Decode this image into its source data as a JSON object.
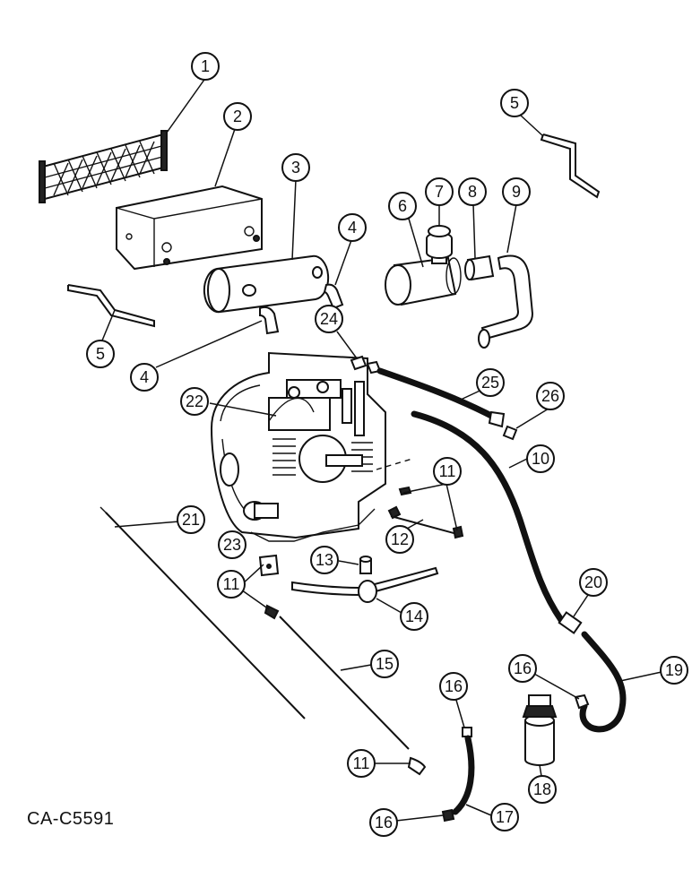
{
  "diagram_code": "CA-C5591",
  "callouts": {
    "c1": "1",
    "c2": "2",
    "c3": "3",
    "c4a": "4",
    "c4b": "4",
    "c5a": "5",
    "c5b": "5",
    "c6": "6",
    "c7": "7",
    "c8": "8",
    "c9": "9",
    "c10": "10",
    "c11a": "11",
    "c11b": "11",
    "c11c": "11",
    "c12": "12",
    "c13": "13",
    "c14": "14",
    "c15": "15",
    "c16a": "16",
    "c16b": "16",
    "c16c": "16",
    "c17": "17",
    "c18": "18",
    "c19": "19",
    "c20": "20",
    "c21": "21",
    "c22": "22",
    "c23": "23",
    "c24": "24",
    "c25": "25",
    "c26": "26"
  }
}
